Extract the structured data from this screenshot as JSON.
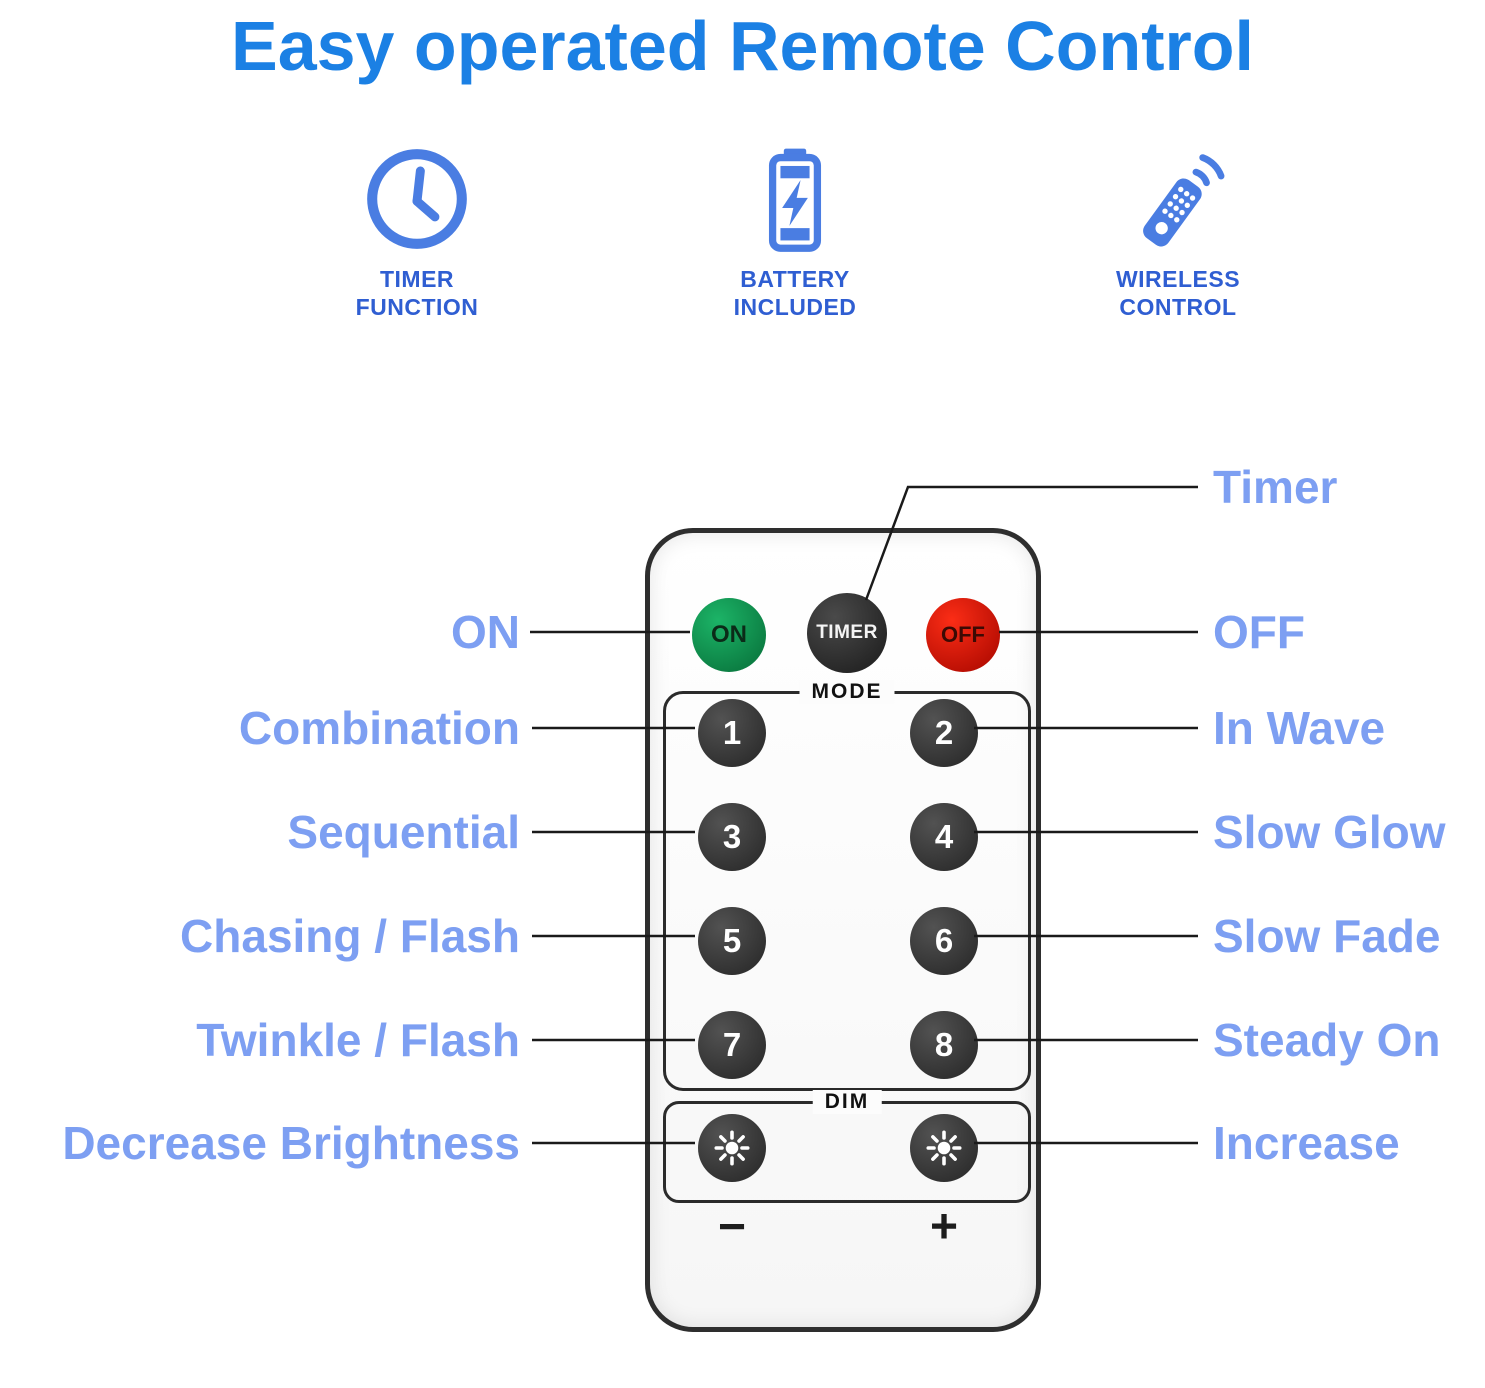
{
  "title": "Easy operated Remote Control",
  "features": [
    {
      "line1": "TIMER",
      "line2": "FUNCTION"
    },
    {
      "line1": "BATTERY",
      "line2": "INCLUDED"
    },
    {
      "line1": "WIRELESS",
      "line2": "CONTROL"
    }
  ],
  "remote": {
    "on_label": "ON",
    "timer_label": "TIMER",
    "off_label": "OFF",
    "mode_label": "MODE",
    "mode_buttons": [
      "1",
      "2",
      "3",
      "4",
      "5",
      "6",
      "7",
      "8"
    ],
    "dim_label": "DIM",
    "decrease_symbol": "−",
    "increase_symbol": "+"
  },
  "annotations": {
    "timer": "Timer",
    "on": "ON",
    "off": "OFF",
    "combination": "Combination",
    "in_wave": "In Wave",
    "sequential": "Sequential",
    "slow_glow": "Slow Glow",
    "chasing_flash": "Chasing / Flash",
    "slow_fade": "Slow Fade",
    "twinkle_flash": "Twinkle / Flash",
    "steady_on": "Steady On",
    "decrease_brightness": "Decrease Brightness",
    "increase": "Increase"
  },
  "colors": {
    "title_blue": "#1b80e4",
    "annotation_blue": "#7d9ff2",
    "feature_label_blue": "#2f5ed2",
    "icon_blue": "#4a7de2",
    "on_green": "#129b53",
    "off_red": "#e8170a",
    "button_dark": "#3a3a3a"
  }
}
